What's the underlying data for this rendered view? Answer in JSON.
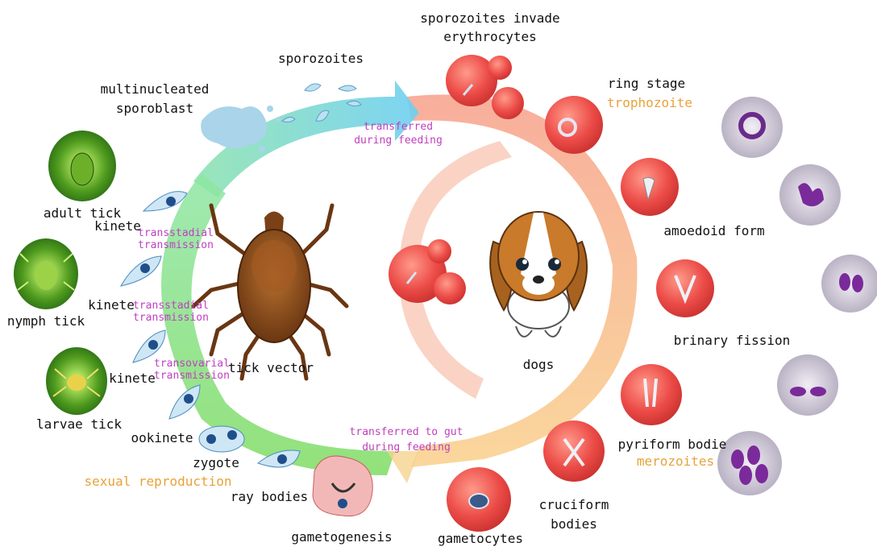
{
  "labels": {
    "sporozoites_invade": [
      "sporozoites invade",
      "erythrocytes"
    ],
    "sporozoites": "sporozoites",
    "sporoblast": [
      "multinucleated",
      "sporoblast"
    ],
    "ring_stage": "ring stage",
    "trophozoite": "trophozoite",
    "transferred_feeding": [
      "transferred",
      "during feeding"
    ],
    "adult_tick": "adult tick",
    "kinete": "kinete",
    "transstadial": [
      "transstadial",
      "transmission"
    ],
    "amoedoid": "amoedoid form",
    "nymph_tick": "nymph tick",
    "brinary": "brinary fission",
    "tick_vector": "tick vector",
    "transovarial": [
      "transovarial",
      "transmission"
    ],
    "dogs": "dogs",
    "larvae_tick": "larvae tick",
    "ookinete": "ookinete",
    "transferred_gut": [
      "transferred to gut",
      "during feeding"
    ],
    "pyriform": "pyriform bodie",
    "merozoites": "merozoites",
    "zygote": "zygote",
    "sexual_reproduction": "sexual reproduction",
    "ray_bodies": "ray bodies",
    "cruciform": [
      "cruciform",
      "bodies"
    ],
    "gametogenesis": "gametogenesis",
    "gametocytes": "gametocytes"
  },
  "colors": {
    "label": "#111111",
    "magenta": "#c040c0",
    "orange": "#e8a23a",
    "rbc": "#e84c4c",
    "parasite": "#7a2a9a",
    "tick_green": "#2f7d1a"
  },
  "icons": {
    "dog": "beagle-puppy-icon",
    "tick": "brown-tick-icon",
    "rbc": "red-blood-cell-icon",
    "smear": "blood-smear-icon"
  }
}
